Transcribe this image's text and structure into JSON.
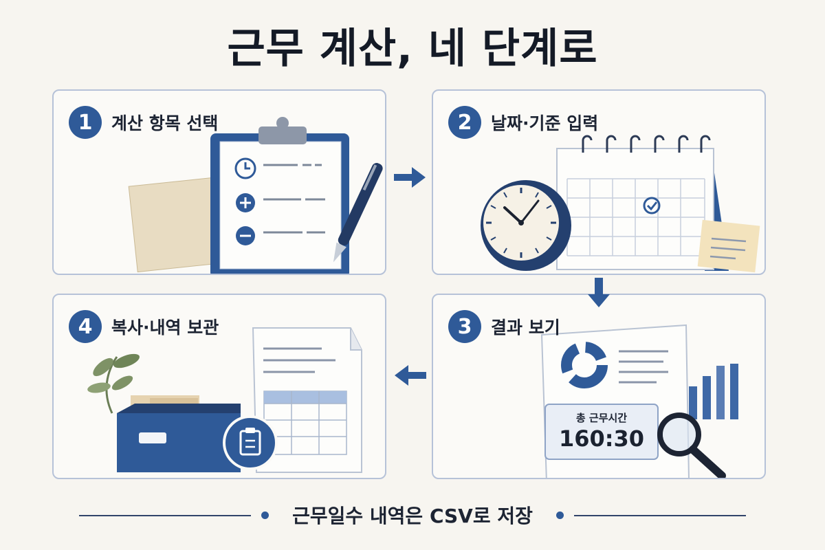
{
  "title": "근무 계산, 네 단계로",
  "steps": [
    {
      "number": "1",
      "label": "계산 항목 선택"
    },
    {
      "number": "2",
      "label": "날짜·기준 입력"
    },
    {
      "number": "3",
      "label": "결과 보기"
    },
    {
      "number": "4",
      "label": "복사·내역 보관"
    }
  ],
  "result": {
    "caption": "총 근무시간",
    "value": "160:30"
  },
  "footer": "근무일수 내역은 CSV로 저장",
  "colors": {
    "accent": "#2f5a98",
    "navy": "#24406f",
    "card_border": "#b6c2d8",
    "background": "#f7f5f0"
  }
}
